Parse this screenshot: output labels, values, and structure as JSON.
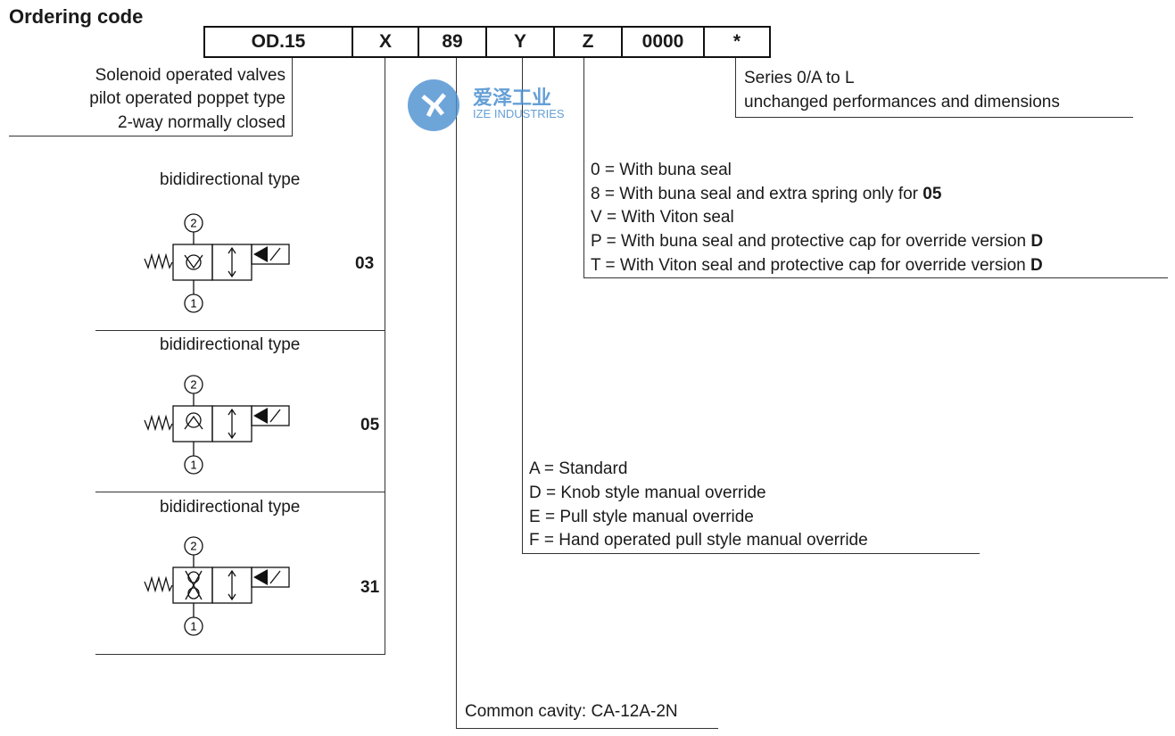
{
  "title": "Ordering code",
  "code_fields": [
    "OD.15",
    "X",
    "89",
    "Y",
    "Z",
    "0000",
    "*"
  ],
  "description_lines": [
    "Solenoid operated valves",
    "pilot operated poppet type",
    "2-way normally closed"
  ],
  "series_lines": [
    "Series 0/A to L",
    "unchanged performances and dimensions"
  ],
  "seal_options": [
    {
      "text": "0 = With buna seal",
      "bold": ""
    },
    {
      "text": "8 = With buna seal and extra spring only for ",
      "bold": "05"
    },
    {
      "text": "V = With Viton seal",
      "bold": ""
    },
    {
      "text": "P = With buna seal and protective cap for override version ",
      "bold": "D"
    },
    {
      "text": "T = With Viton seal and protective cap for override version ",
      "bold": "D"
    }
  ],
  "override_options": [
    "A = Standard",
    "D = Knob style manual override",
    "E = Pull style manual override",
    "F = Hand operated pull style manual override"
  ],
  "cavity_text": "Common cavity: CA-12A-2N",
  "variants": [
    {
      "label": "bididirectional type",
      "code": "03",
      "port_top": "2",
      "port_bottom": "1"
    },
    {
      "label": "bididirectional type",
      "code": "05",
      "port_top": "2",
      "port_bottom": "1"
    },
    {
      "label": "bididirectional type",
      "code": "31",
      "port_top": "2",
      "port_bottom": "1"
    }
  ],
  "watermark": {
    "cn": "爱泽工业",
    "en": "IZE INDUSTRIES",
    "color": "#4a8fd0"
  }
}
